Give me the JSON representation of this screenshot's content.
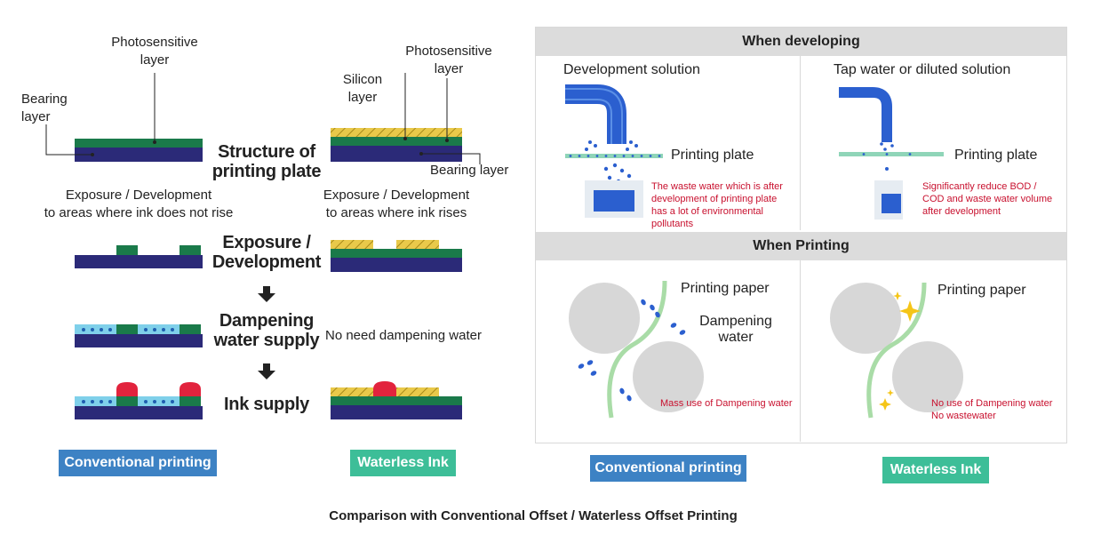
{
  "left": {
    "photosensitive_left": "Photosensitive\nlayer",
    "bearing_left": "Bearing\nlayer",
    "silicon": "Silicon\nlayer",
    "photosensitive_right": "Photosensitive\nlayer",
    "bearing_right": "Bearing layer",
    "structure": "Structure of\nprinting plate",
    "exposure_left": "Exposure / Development\nto areas where ink does not rise",
    "exposure_right": "Exposure / Development\nto areas where ink rises",
    "exposure_step": "Exposure /\nDevelopment",
    "dampening_step": "Dampening\nwater supply",
    "no_dampening": "No need dampening water",
    "ink_step": "Ink supply",
    "badge_conventional": "Conventional printing",
    "badge_waterless": "Waterless Ink"
  },
  "right": {
    "when_developing": "When developing",
    "dev_solution": "Development solution",
    "tap_water": "Tap water or diluted solution",
    "printing_plate_1": "Printing plate",
    "printing_plate_2": "Printing plate",
    "waste_note": "The waste water which is after development of printing plate has a lot of environmental pollutants",
    "reduce_note": "Significantly reduce BOD / COD and waste water volume after development",
    "when_printing": "When Printing",
    "printing_paper_1": "Printing paper",
    "dampening_water": "Dampening\nwater",
    "mass_use": "Mass use of Dampening water",
    "printing_paper_2": "Printing paper",
    "no_use": "No use of Dampening water\nNo wastewater",
    "badge_conventional": "Conventional printing",
    "badge_waterless": "Waterless Ink"
  },
  "caption": "Comparison with Conventional Offset / Waterless Offset Printing",
  "colors": {
    "bearing": "#2b2a78",
    "photosensitive": "#1a7a4a",
    "silicon": "#e9c94a",
    "water": "#7fd0ea",
    "ink": "#e2233d",
    "accent_blue": "#3d82c4",
    "accent_green": "#3dbe98",
    "note_red": "#c8102e"
  }
}
